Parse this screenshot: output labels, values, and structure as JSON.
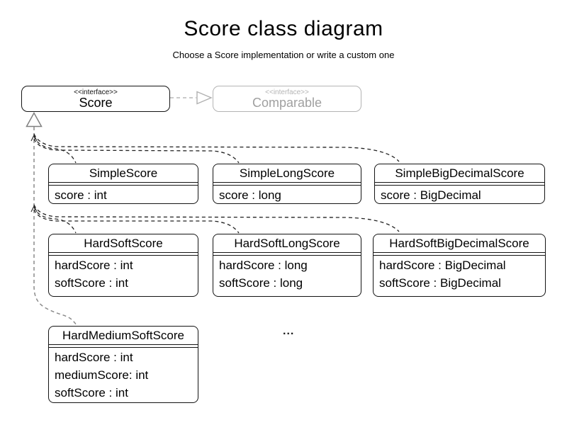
{
  "page": {
    "title": "Score class diagram",
    "subtitle": "Choose a Score implementation or write a custom one",
    "ellipsis": "..."
  },
  "interfaces": {
    "score": {
      "stereotype": "<<interface>>",
      "name": "Score"
    },
    "comparable": {
      "stereotype": "<<interface>>",
      "name": "Comparable"
    }
  },
  "classes": [
    {
      "name": "SimpleScore",
      "attributes": [
        "score : int"
      ]
    },
    {
      "name": "SimpleLongScore",
      "attributes": [
        "score : long"
      ]
    },
    {
      "name": "SimpleBigDecimalScore",
      "attributes": [
        "score : BigDecimal"
      ]
    },
    {
      "name": "HardSoftScore",
      "attributes": [
        "hardScore : int",
        "softScore : int"
      ]
    },
    {
      "name": "HardSoftLongScore",
      "attributes": [
        "hardScore : long",
        "softScore : long"
      ]
    },
    {
      "name": "HardSoftBigDecimalScore",
      "attributes": [
        "hardScore : BigDecimal",
        "softScore : BigDecimal"
      ]
    },
    {
      "name": "HardMediumSoftScore",
      "attributes": [
        "hardScore : int",
        "mediumScore: int",
        "softScore : int"
      ]
    }
  ],
  "relations": {
    "score_to_comparable": "realization",
    "implementations_to_score": "realization"
  },
  "colors": {
    "box_border": "#141414",
    "muted_border": "#b4b4b4",
    "muted_text": "#a0a0a0",
    "connector_dark": "#222222",
    "connector_gray": "#8a8a8a",
    "triangle_gray": "#808080",
    "arrow_light_gray": "#b8b8b8"
  }
}
